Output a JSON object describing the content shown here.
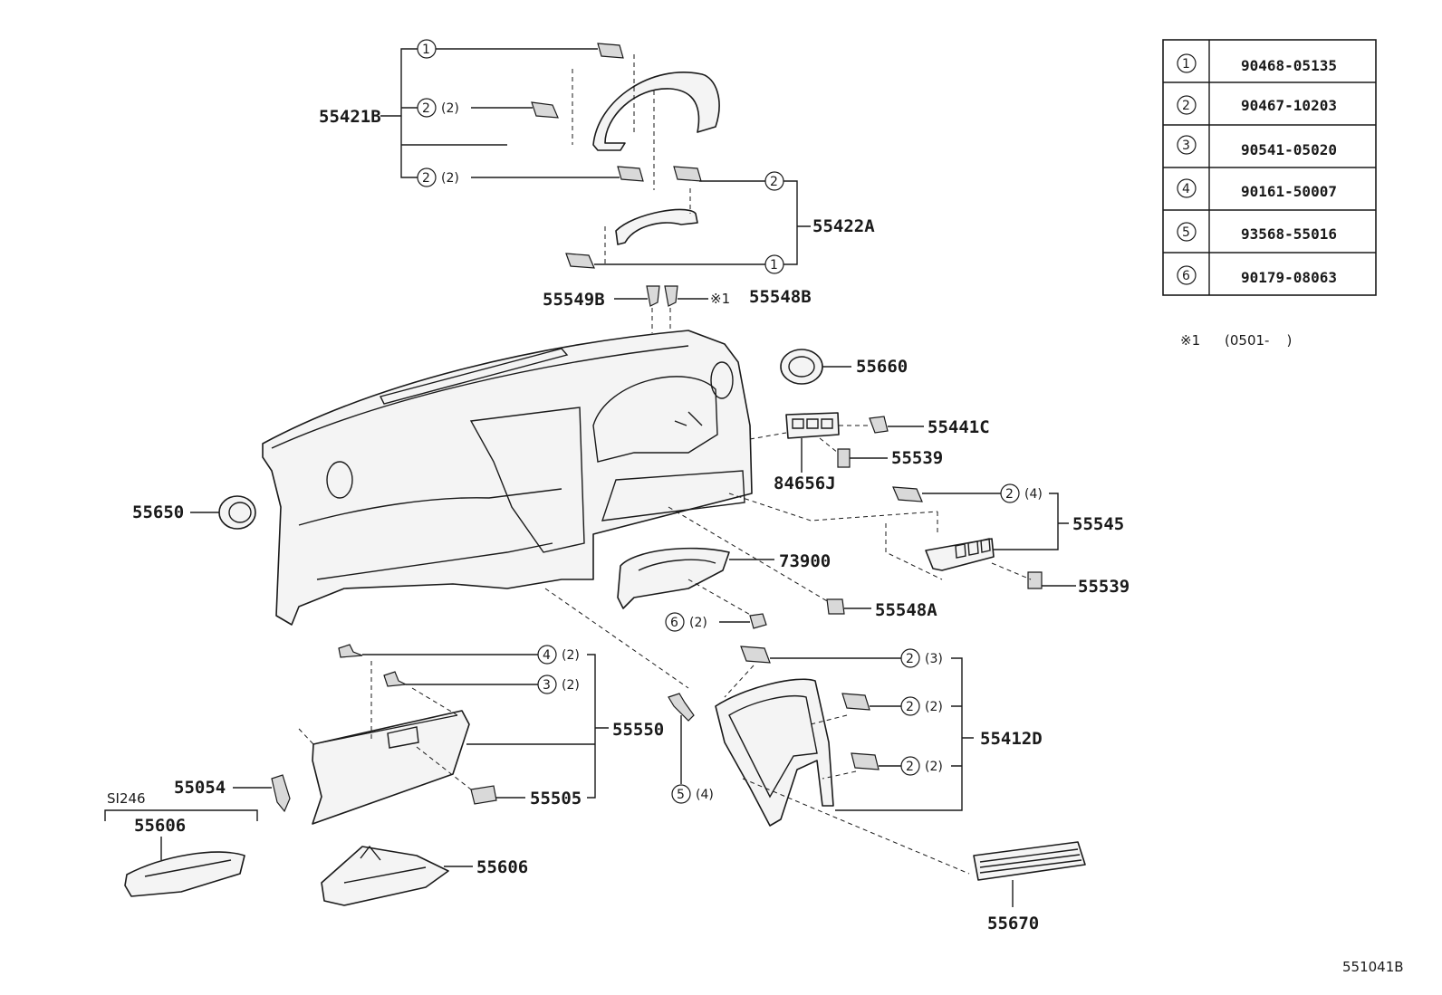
{
  "part_labels": {
    "p55421B": "55421B",
    "p55422A": "55422A",
    "p55549B": "55549B",
    "p55548B": "55548B",
    "p55660": "55660",
    "p55441C": "55441C",
    "p55539a": "55539",
    "p84656J": "84656J",
    "p55545": "55545",
    "p55539b": "55539",
    "p55650": "55650",
    "p73900": "73900",
    "p55548A": "55548A",
    "p55550": "55550",
    "p55412D": "55412D",
    "p55054": "55054",
    "p55505": "55505",
    "p55606a": "55606",
    "p55606b": "55606",
    "p55670": "55670"
  },
  "callouts": {
    "c1_top": "1",
    "c2_a": "2",
    "c2_a_qty": "(2)",
    "c2_b": "2",
    "c2_b_qty": "(2)",
    "c2_c": "2",
    "c1_c": "1",
    "note_mark": "※1",
    "c2_d": "2",
    "c2_d_qty": "(4)",
    "c6": "6",
    "c6_qty": "(2)",
    "c4": "4",
    "c4_qty": "(2)",
    "c3": "3",
    "c3_qty": "(2)",
    "c2_e": "2",
    "c2_e_qty": "(3)",
    "c2_f": "2",
    "c2_f_qty": "(2)",
    "c2_g": "2",
    "c2_g_qty": "(2)",
    "c5": "5",
    "c5_qty": "(4)",
    "si_label": "SI246"
  },
  "parts_table": [
    {
      "num": "1",
      "part": "90468-05135"
    },
    {
      "num": "2",
      "part": "90467-10203"
    },
    {
      "num": "3",
      "part": "90541-05020"
    },
    {
      "num": "4",
      "part": "90161-50007"
    },
    {
      "num": "5",
      "part": "93568-55016"
    },
    {
      "num": "6",
      "part": "90179-08063"
    }
  ],
  "footnote": {
    "mark": "※1",
    "text": "(0501-    )"
  },
  "diagram_id": "551041B"
}
